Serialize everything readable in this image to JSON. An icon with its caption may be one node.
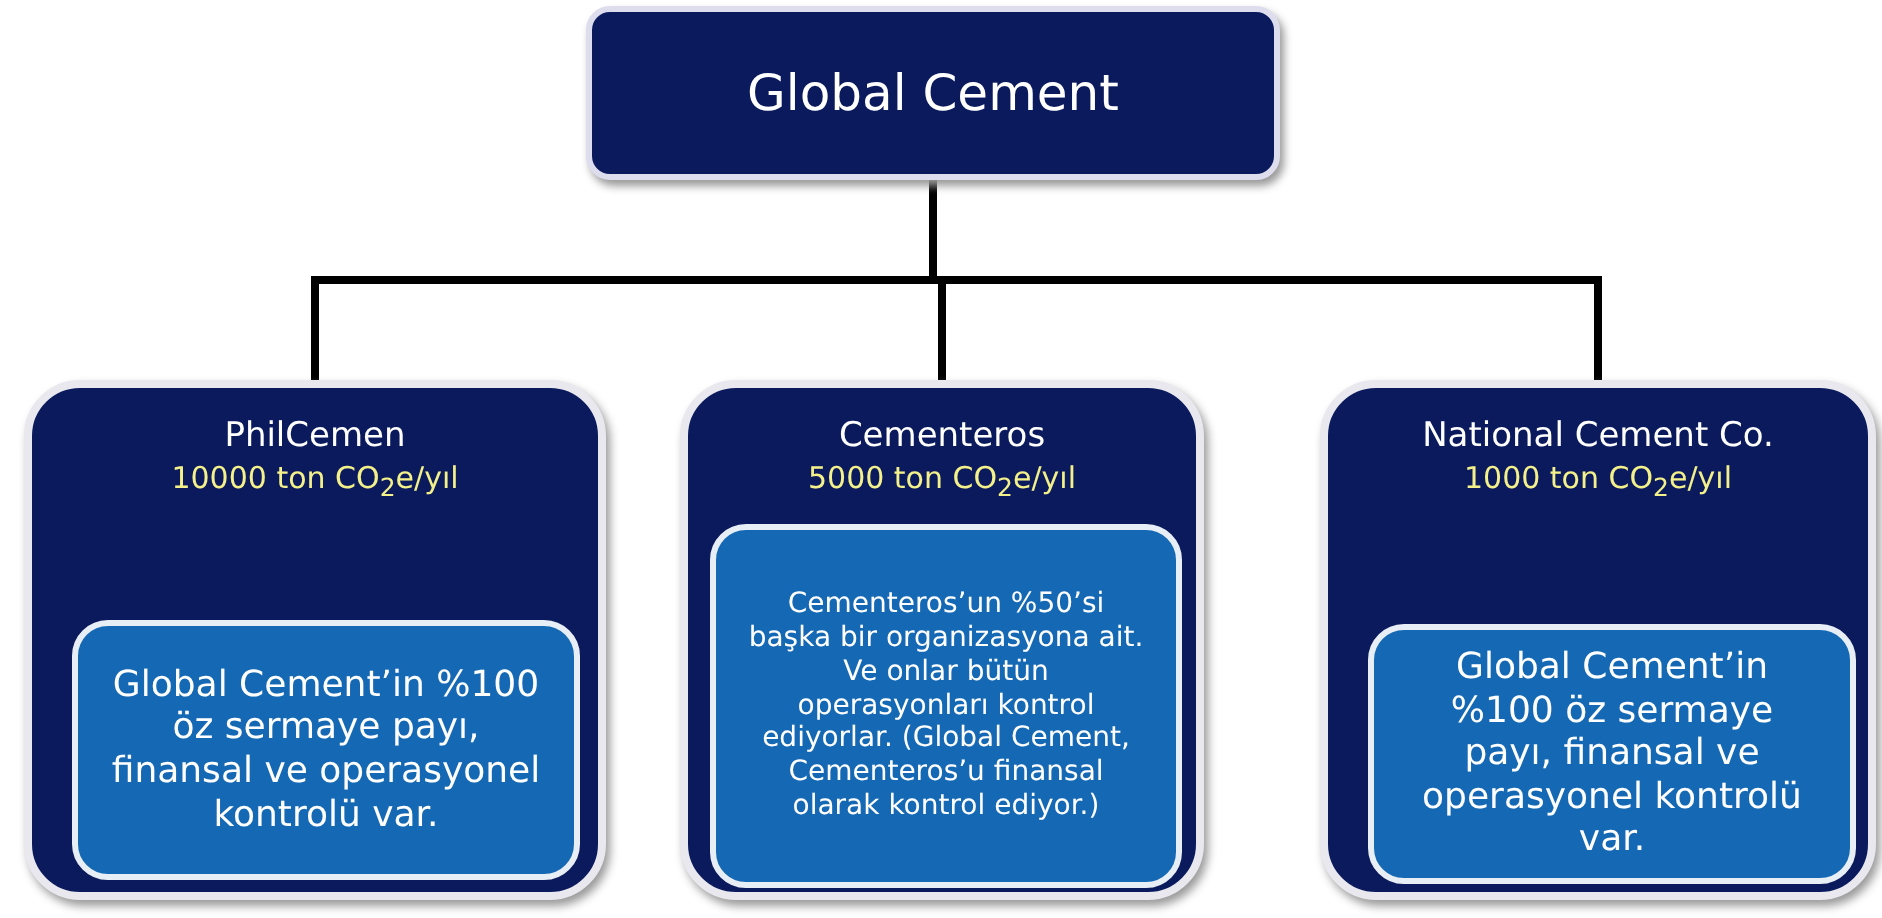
{
  "diagram": {
    "nodes": [
      {
        "text": [
          "Global Cement"
        ]
      },
      {
        "text": [
          "PhilCemen",
          "10000 ton CO$_{2}$e/yıl"
        ]
      },
      {
        "text": [
          "Global Cement’in %100 öz sermaye payı, finansal ve operasyonel kontrolü var."
        ],
        "in": 1
      },
      {
        "text": [
          "Cementeros",
          "5000 ton CO$_{2}$e/yıl"
        ]
      },
      {
        "text": [
          "Cementeros’un %50’si başka bir organizasyona ait. Ve onlar bütün operasyonları kontrol ediyorlar. (Global Cement, Cementeros’u finansal olarak kontrol ediyor.)"
        ],
        "in": 3
      },
      {
        "text": [
          "National Cement Co.",
          "1000 ton CO$_{2}$e/yıl"
        ]
      },
      {
        "text": [
          "Global Cement’in %100 öz sermaye payı, finansal ve operasyonel kontrolü var."
        ],
        "in": 5
      }
    ],
    "edges": [
      {
        "from": 0,
        "to": 1,
        "arrow": "none"
      },
      {
        "from": 0,
        "to": 3,
        "arrow": "none"
      },
      {
        "from": 0,
        "to": 5,
        "arrow": "none"
      }
    ]
  }
}
